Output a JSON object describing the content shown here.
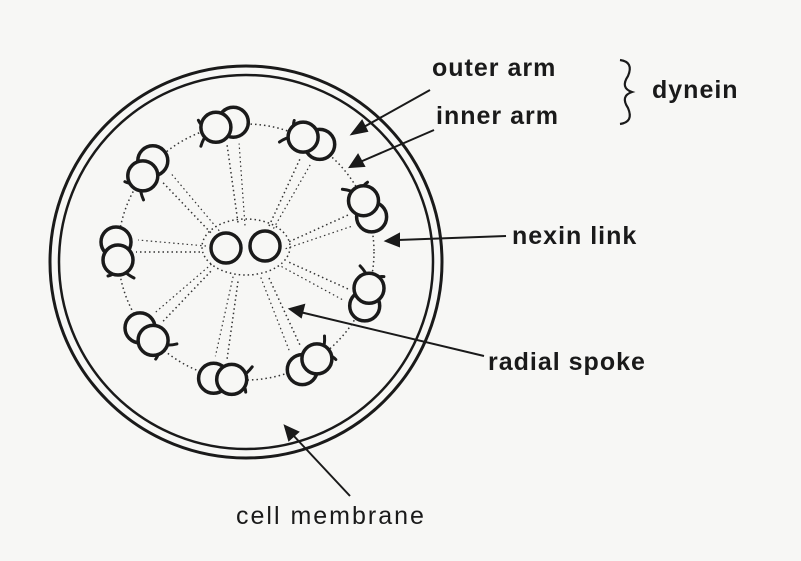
{
  "labels": {
    "outer_arm": "outer arm",
    "inner_arm": "inner arm",
    "dynein": "dynein",
    "nexin_link": "nexin link",
    "radial_spoke": "radial spoke",
    "cell_membrane": "cell membrane"
  },
  "structure": {
    "outer_doublet_count": 9,
    "central_pair_count": 2
  },
  "colors": {
    "background": "#f7f7f5",
    "ink": "#1a1a1a"
  }
}
